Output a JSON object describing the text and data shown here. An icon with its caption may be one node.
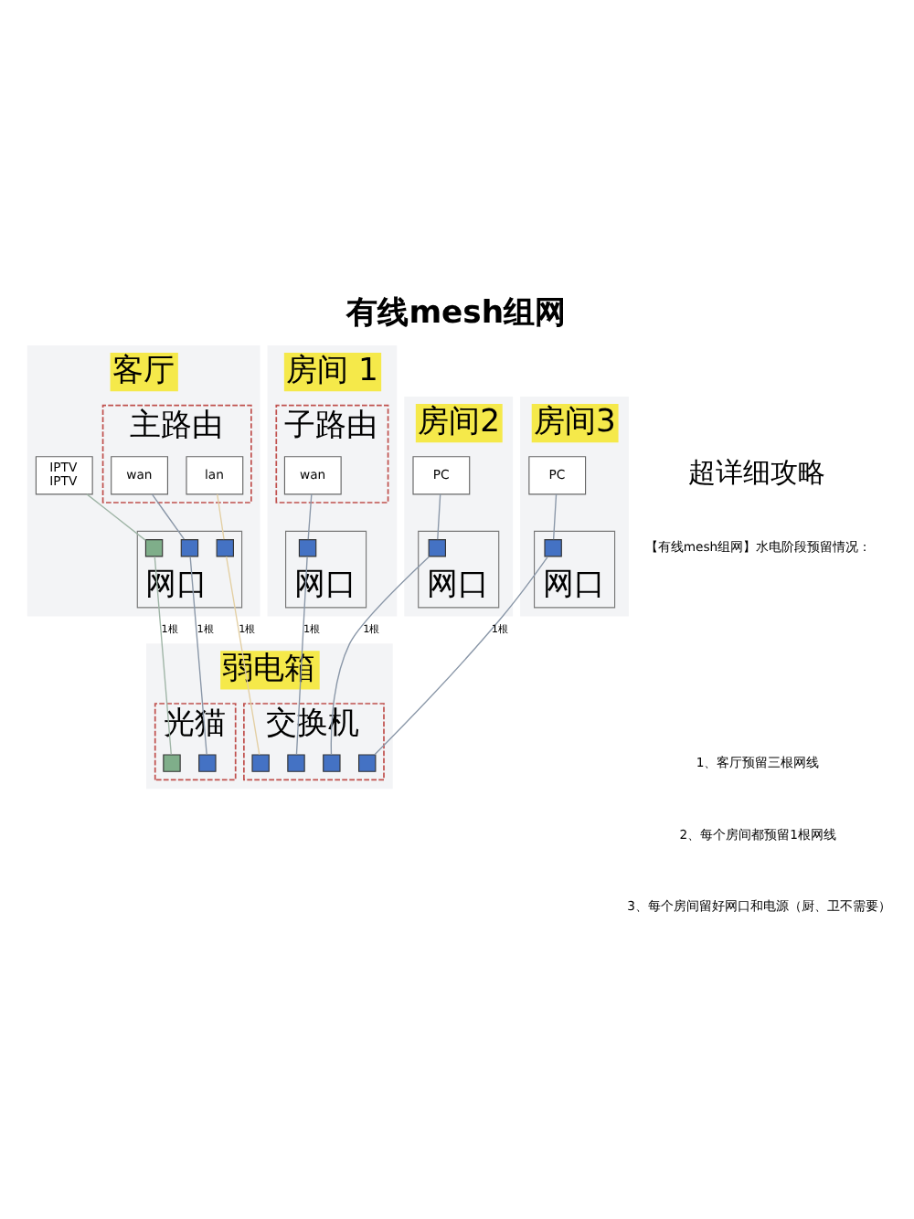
{
  "diagram": {
    "title": "有线mesh组网",
    "nodes": [
      {
        "text": [
          "客厅"
        ]
      },
      {
        "text": [
          "IPTV",
          "IPTV"
        ],
        "in": 0
      },
      {
        "text": [
          "主路由"
        ],
        "in": 0
      },
      {
        "text": [
          "wan"
        ],
        "in": 2
      },
      {
        "text": [
          "lan"
        ],
        "in": 2
      },
      {
        "text": [
          "网口"
        ],
        "in": 0
      },
      {
        "text": [],
        "shape": "box",
        "in": 5
      },
      {
        "text": [],
        "shape": "box",
        "in": 5
      },
      {
        "text": [],
        "shape": "box",
        "in": 5
      },
      {
        "text": [
          "房间 1"
        ]
      },
      {
        "text": [
          "子路由"
        ],
        "in": 9
      },
      {
        "text": [
          "wan"
        ],
        "in": 10
      },
      {
        "text": [
          "网口"
        ],
        "in": 9
      },
      {
        "text": [],
        "shape": "box",
        "in": 12
      },
      {
        "text": [
          "房间2"
        ]
      },
      {
        "text": [
          "PC"
        ],
        "in": 14
      },
      {
        "text": [
          "网口"
        ],
        "in": 14
      },
      {
        "text": [],
        "shape": "box",
        "in": 16
      },
      {
        "text": [
          "房间3"
        ]
      },
      {
        "text": [
          "PC"
        ],
        "in": 18
      },
      {
        "text": [
          "网口"
        ],
        "in": 18
      },
      {
        "text": [],
        "shape": "box",
        "in": 20
      },
      {
        "text": [
          "弱电箱"
        ]
      },
      {
        "text": [
          "光猫"
        ],
        "in": 22
      },
      {
        "text": [],
        "shape": "box",
        "in": 23
      },
      {
        "text": [],
        "shape": "box",
        "in": 23
      },
      {
        "text": [
          "交换机"
        ],
        "in": 22
      },
      {
        "text": [],
        "shape": "box",
        "in": 26
      },
      {
        "text": [],
        "shape": "box",
        "in": 26
      },
      {
        "text": [],
        "shape": "box",
        "in": 26
      },
      {
        "text": [],
        "shape": "box",
        "in": 26
      }
    ],
    "edges": [
      {
        "from": 1,
        "to": 6,
        "arrow": "none",
        "color": "#9fb5a6"
      },
      {
        "from": 3,
        "to": 7,
        "arrow": "none"
      },
      {
        "from": 4,
        "to": 8,
        "arrow": "none",
        "color": "#e3cfa3"
      },
      {
        "from": 11,
        "to": 13,
        "arrow": "none"
      },
      {
        "from": 15,
        "to": 17,
        "arrow": "none"
      },
      {
        "from": 19,
        "to": 21,
        "arrow": "none"
      },
      {
        "from": 6,
        "to": 24,
        "label": "1根",
        "arrow": "none",
        "color": "#9fb5a6"
      },
      {
        "from": 7,
        "to": 25,
        "label": "1根",
        "arrow": "none"
      },
      {
        "from": 8,
        "to": 27,
        "label": "1根",
        "arrow": "none",
        "color": "#e3cfa3"
      },
      {
        "from": 13,
        "to": 28,
        "label": "1根",
        "arrow": "none"
      },
      {
        "from": 17,
        "to": 29,
        "label": "1根",
        "arrow": "none"
      },
      {
        "from": 21,
        "to": 30,
        "label": "1根",
        "arrow": "none"
      }
    ],
    "labels": [
      "超详细攻略",
      "【有线mesh组网】水电阶段预留情况：",
      "1、客厅预留三根网线",
      "2、每个房间都预留1根网线",
      "3、每个房间留好网口和电源（厨、卫不需要）"
    ]
  }
}
